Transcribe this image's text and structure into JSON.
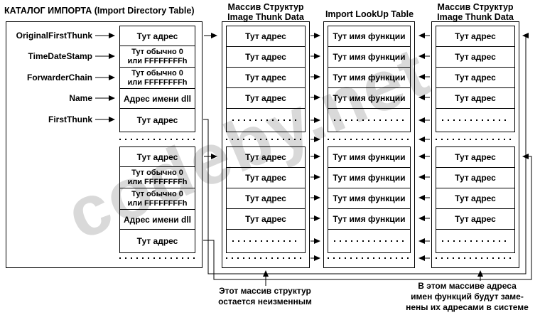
{
  "watermark": {
    "text": "codeby.net",
    "color": "#d9d9d9"
  },
  "directory": {
    "title": "КАТАЛОГ ИМПОРТА (Import Directory Table)",
    "labels": [
      "OriginalFirstThunk",
      "TimeDateStamp",
      "ForwarderChain",
      "Name",
      "FirstThunk"
    ],
    "cells": {
      "addr": "Тут адрес",
      "zero1": "Тут обычно 0",
      "zero2": "или FFFFFFFFh",
      "dll": "Адрес имени dll"
    }
  },
  "thunk_array_left": {
    "title1": "Массив Структур",
    "title2": "Image Thunk Data",
    "cell": "Тут адрес"
  },
  "lookup_table": {
    "title": "Import LookUp Table",
    "cell": "Тут имя функции"
  },
  "thunk_array_right": {
    "title1": "Массив Структур",
    "title2": "Image Thunk Data",
    "cell": "Тут адрес"
  },
  "annotations": {
    "left1": "Этот массив структур",
    "left2": "остается неизменным",
    "right1": "В этом массиве адреса",
    "right2": "имен функций будут заме-",
    "right3": "нены их адресами в системе"
  }
}
